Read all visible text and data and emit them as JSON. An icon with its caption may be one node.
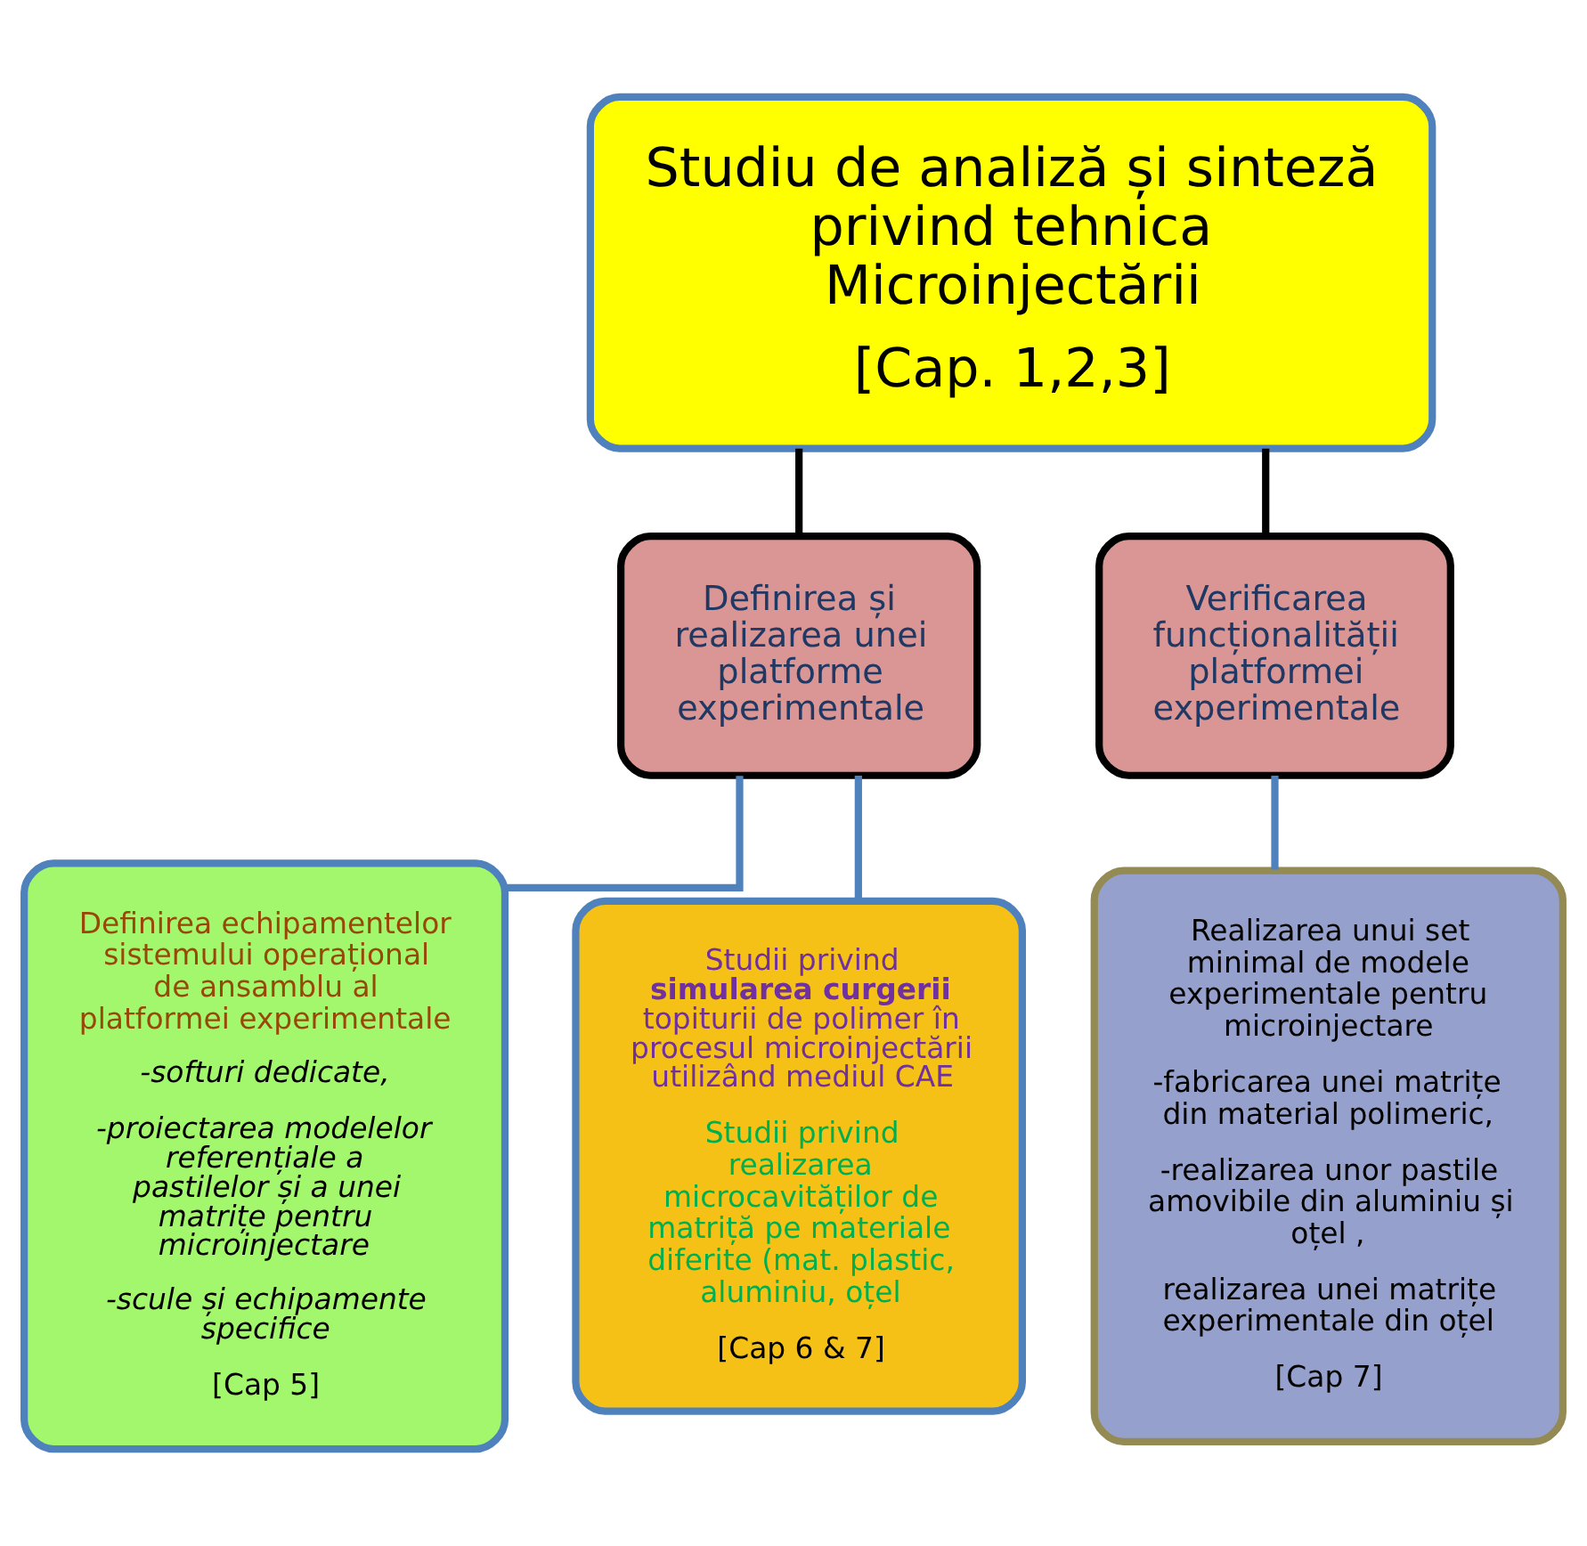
{
  "diagram": {
    "nodes": [
      {
        "text": [
          "Studiu de analiză și sinteză privind tehnica Microinjectării",
          "[Cap. 1,2,3]"
        ]
      },
      {
        "text": [
          "Definirea și realizarea unei platforme experimentale"
        ]
      },
      {
        "text": [
          "Verificarea funcționalității platformei experimentale"
        ]
      },
      {
        "text": [
          "Definirea echipamentelor sistemului operațional de ansamblu al platformei experimentale",
          "-softuri dedicate,",
          "-proiectarea modelelor referențiale a pastilelor și a unei matrițe pentru microinjectare",
          "-scule și echipamente specifice",
          "[Cap 5]"
        ]
      },
      {
        "text": [
          "Studii privind **simularea curgerii** topiturii de polimer în procesul microinjectării utilizând mediul CAE",
          "Studii privind realizarea microcavităților de matriță pe materiale diferite (mat. plastic, aluminiu, oțel",
          "[Cap 6 & 7]"
        ]
      },
      {
        "text": [
          "Realizarea unui set minimal de modele experimentale pentru microinjectare",
          "-fabricarea unei matrițe din material polimeric,",
          "-realizarea unor pastile amovibile din aluminiu și oțel ,",
          "realizarea unei matrițe experimentale din oțel",
          "[Cap 7]"
        ]
      }
    ],
    "edges": [
      {
        "from": 0,
        "to": 1,
        "arrow": "none",
        "color": "#000000"
      },
      {
        "from": 0,
        "to": 2,
        "arrow": "none",
        "color": "#000000"
      },
      {
        "from": 1,
        "to": 3,
        "arrow": "none"
      },
      {
        "from": 1,
        "to": 4,
        "arrow": "none"
      },
      {
        "from": 2,
        "to": 5,
        "arrow": "none"
      }
    ]
  }
}
